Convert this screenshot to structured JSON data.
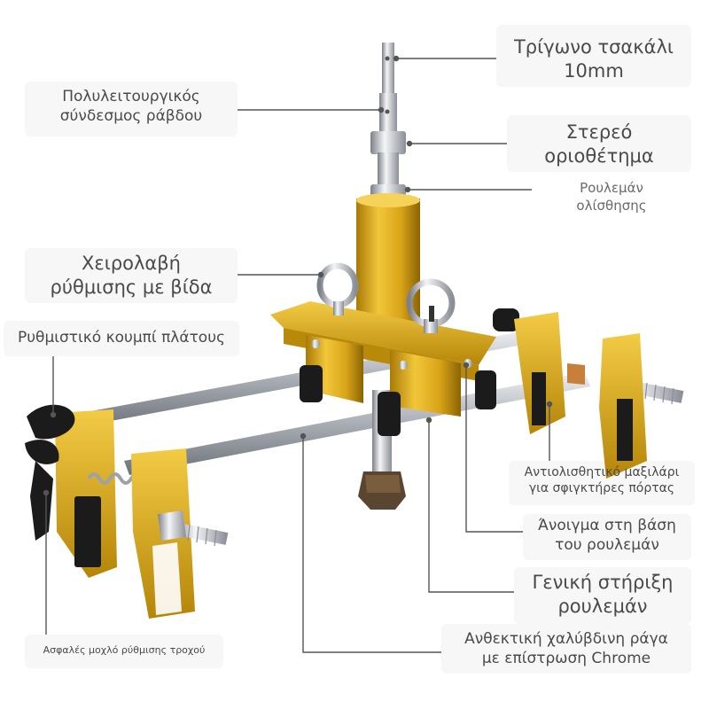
{
  "labels": {
    "triangle_shank": [
      "Τρίγωνο τσακάλι",
      "10mm"
    ],
    "multi_connection": [
      "Πολυλειτουργικός",
      "σύνδεσμος ράβδου"
    ],
    "solid_stop": [
      "Στερεό",
      "οριοθέτημα"
    ],
    "sliding_bearing": [
      "Ρουλεμάν",
      "ολίσθησης"
    ],
    "screw_handle": [
      "Χειρολαβή",
      "ρύθμισης με βίδα"
    ],
    "width_knob": [
      "Ρυθμιστικό κουμπί πλάτους"
    ],
    "anti_slip_pad": [
      "Αντιολισθητικό μαξιλάρι",
      "για σφιγκτήρες πόρτας"
    ],
    "bearing_base_opening": [
      "Άνοιγμα στη βάση",
      "του ρουλεμάν"
    ],
    "bearing_support": [
      "Γενική στήριξη",
      "ρουλεμάν"
    ],
    "steel_rail": [
      "Ανθεκτική χαλύβδινη ράγα",
      "με επίστρωση Chrome"
    ],
    "safety_lever": [
      "Ασφαλές μοχλό ρύθμισης τροχού"
    ]
  },
  "colors": {
    "gold": "#d9a418",
    "gold_dark": "#a87a06",
    "chrome": "#c9ccd1",
    "black": "#1b1b1b",
    "leader": "#555555"
  }
}
